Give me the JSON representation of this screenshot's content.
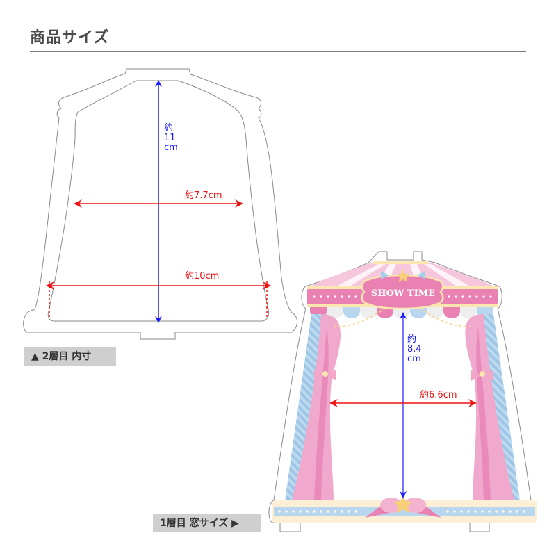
{
  "header": {
    "title": "商品サイズ"
  },
  "layer2": {
    "label": "▲ 2層目 内寸",
    "height_label": [
      "約",
      "11",
      "cm"
    ],
    "mid_width_label": "約7.7cm",
    "bottom_width_label": "約10cm"
  },
  "layer1": {
    "label": "1層目 窓サイズ ▶",
    "sign_text": "SHOW TIME",
    "height_label": [
      "約",
      "8.4",
      "cm"
    ],
    "width_label": "約6.6cm"
  },
  "colors": {
    "height_arrow": "#1a1aff",
    "width_arrow": "#f01010",
    "outline": "#8a8a8a",
    "label_bg": "#cfcfcf",
    "curtain_pink": "#f0a8cc",
    "curtain_blue": "#a8cdea",
    "sign_pink": "#e982b2",
    "cream": "#fcefd6"
  }
}
